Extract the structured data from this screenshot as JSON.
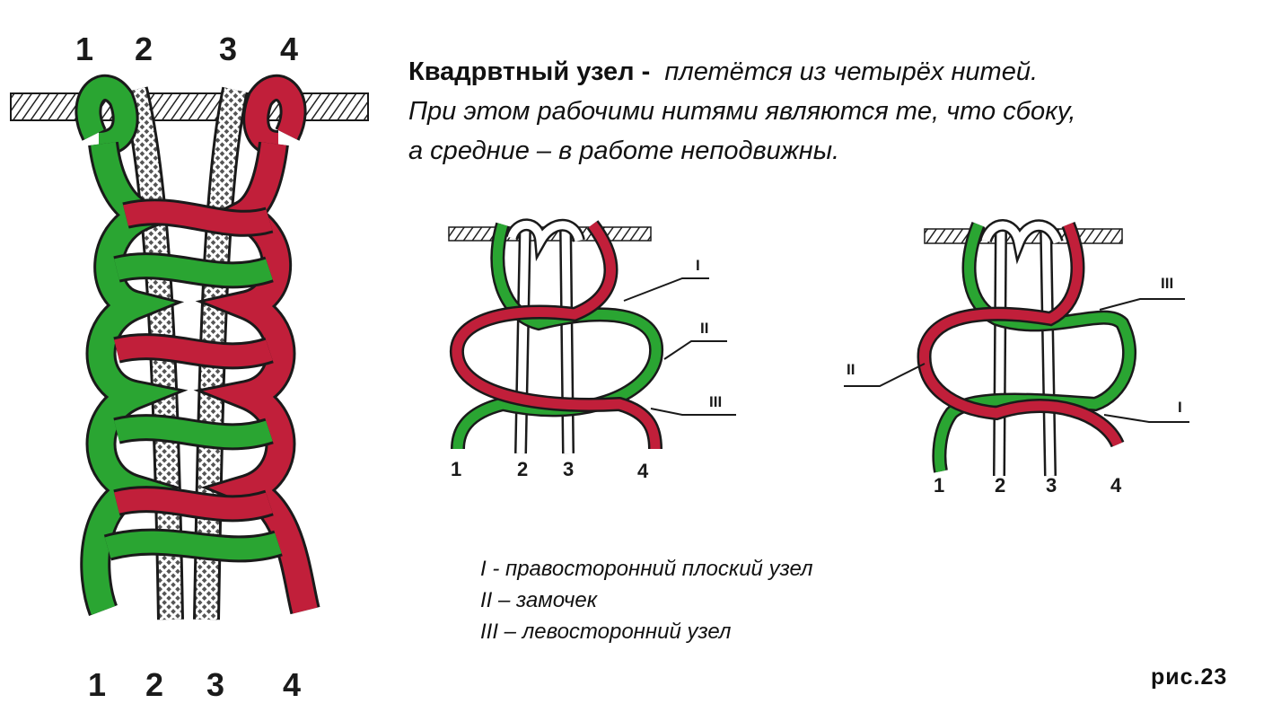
{
  "heading": {
    "title": "Квадрвтный узел -",
    "line1": "плетётся из четырёх нитей.",
    "line2": "При этом рабочими нитями являются те, что сбоку,",
    "line3": "а средние – в работе неподвижны."
  },
  "big_diagram": {
    "top_numbers": [
      "1",
      "2",
      "3",
      "4"
    ],
    "bottom_numbers": [
      "1",
      "2",
      "3",
      "4"
    ]
  },
  "diagram_a": {
    "numbers": [
      "1",
      "2",
      "3",
      "4"
    ],
    "labels": [
      "I",
      "II",
      "III"
    ]
  },
  "diagram_b": {
    "numbers": [
      "1",
      "2",
      "3",
      "4"
    ],
    "labels": [
      "III",
      "II",
      "I"
    ]
  },
  "legend": [
    "I  - правосторонний плоский узел",
    "II – замочек",
    "III – левосторонний узел"
  ],
  "figure_label": "рис.23",
  "colors": {
    "green": "#2aa532",
    "red": "#c11f3a",
    "white_cord": "#ffffff",
    "outline": "#1a1a1a"
  }
}
